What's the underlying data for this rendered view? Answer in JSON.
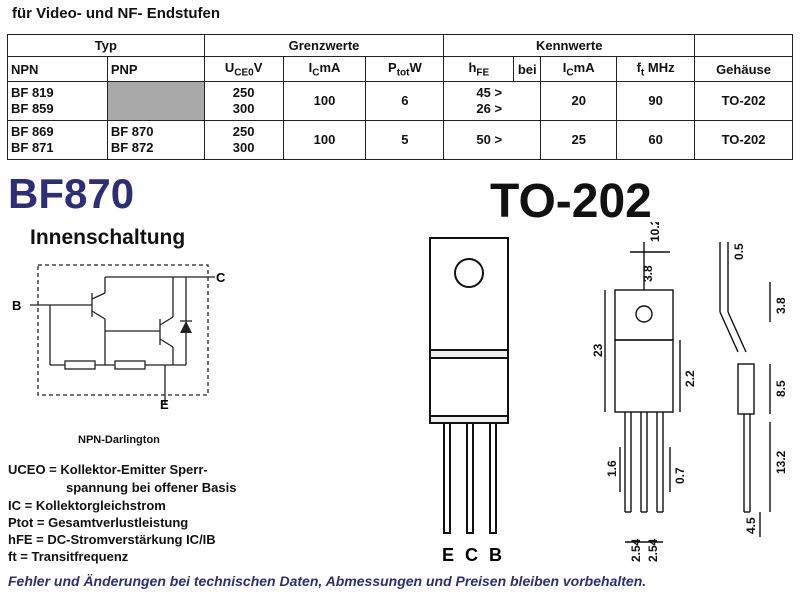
{
  "header": "für Video- und NF- Endstufen",
  "table": {
    "group_headers": {
      "typ": "Typ",
      "grenzwerte": "Grenzwerte",
      "kennwerte": "Kennwerte"
    },
    "col_npn": "NPN",
    "col_pnp": "PNP",
    "col_uceo_main": "U",
    "col_uceo_sub": "CE0",
    "col_uceo_unit": "V",
    "col_ic_main": "I",
    "col_ic_sub": "C",
    "col_ic_unit": "mA",
    "col_ptot_main": "P",
    "col_ptot_sub": "tot",
    "col_ptot_unit": "W",
    "col_hfe_main": "h",
    "col_hfe_sub": "FE",
    "col_bei": "bei",
    "col_ic2_main": "I",
    "col_ic2_sub": "C",
    "col_ic2_unit": "mA",
    "col_ft_main": "f",
    "col_ft_sub": "t",
    "col_ft_unit": "MHz",
    "col_case": "Gehäuse",
    "rows": [
      {
        "npn1": "BF 819",
        "npn2": "BF 859",
        "pnp1": "",
        "pnp2": "",
        "u1": "250",
        "u2": "300",
        "ic": "100",
        "ptot": "6",
        "hfe1": "45 >",
        "hfe2": "26 >",
        "ic2": "20",
        "ft": "90",
        "case": "TO-202"
      },
      {
        "npn1": "BF 869",
        "npn2": "BF 871",
        "pnp1": "BF 870",
        "pnp2": "BF 872",
        "u1": "250",
        "u2": "300",
        "ic": "100",
        "ptot": "5",
        "hfe1": "50 >",
        "hfe2": "",
        "ic2": "25",
        "ft": "60",
        "case": "TO-202"
      }
    ]
  },
  "part_title": "BF870",
  "package_title": "TO-202",
  "inner_title": "Innenschaltung",
  "schematic": {
    "b": "B",
    "c": "C",
    "e": "E",
    "caption": "NPN-Darlington"
  },
  "pins": {
    "e": "E",
    "c": "C",
    "b": "B"
  },
  "dims": {
    "d102": "10.2",
    "d38": "3.8",
    "d23": "23",
    "d22": "2.2",
    "d16": "1.6",
    "d07": "0.7",
    "d254a": "2.54",
    "d254b": "2.54",
    "d05": "0.5",
    "d38b": "3.8",
    "d85": "8.5",
    "d132": "13.2",
    "d45": "4.5"
  },
  "glossary": [
    "UCEO = Kollektor-Emitter Sperr-",
    "spannung bei offener Basis",
    "IC = Kollektorgleichstrom",
    "Ptot = Gesamtverlustleistung",
    "hFE = DC-Stromverstärkung IC/IB",
    "ft = Transitfrequenz"
  ],
  "footer": "Fehler und Änderungen bei technischen Daten, Abmessungen und Preisen bleiben vorbehalten."
}
